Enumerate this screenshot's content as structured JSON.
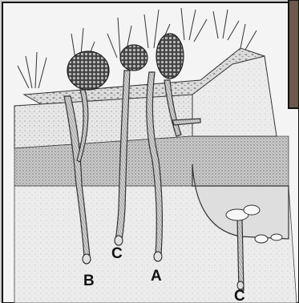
{
  "diagram": {
    "labels": {
      "b": "B",
      "c_left": "C",
      "a": "A",
      "c_right": "C"
    }
  }
}
